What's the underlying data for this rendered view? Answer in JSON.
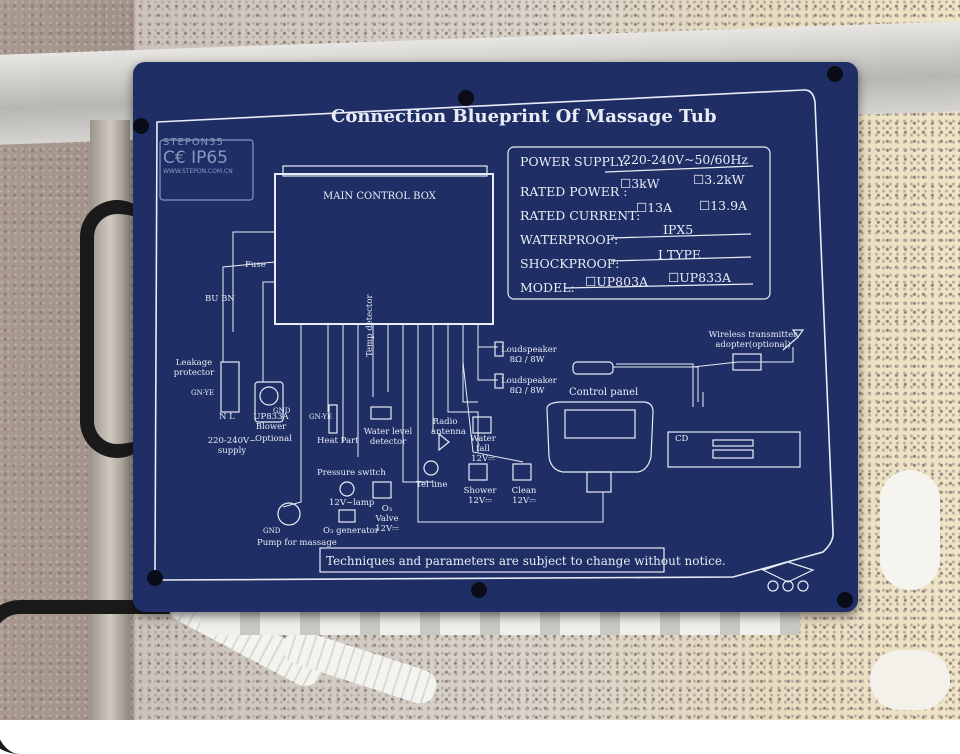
{
  "panel": {
    "title": "Connection Blueprint Of Massage Tub",
    "logo": {
      "brand": "STEPON35",
      "mark": "C€ IP65",
      "url": "WWW.STEPON.COM.CN"
    },
    "specs": [
      {
        "label": "POWER SUPPLY:",
        "value": "220-240V~50/60Hz"
      },
      {
        "label": "RATED POWER :",
        "option1": "3kW",
        "option2": "3.2kW"
      },
      {
        "label": "RATED CURRENT:",
        "option1": "13A",
        "option2": "13.9A"
      },
      {
        "label": "WATERPROOF:",
        "value": "IPX5"
      },
      {
        "label": "SHOCKPROOF:",
        "value": "I TYPE"
      },
      {
        "label": "MODEL:",
        "option1": "UP803A",
        "option2": "UP833A"
      }
    ],
    "labels": {
      "main_box": "MAIN CONTROL BOX",
      "fuse": "Fuse",
      "bu_bn": "BU BN",
      "leakage": "Leakage protector",
      "gn_ye": "GN-YE",
      "n_l": "N L",
      "supply": "220-240V~ supply",
      "gnd": "GND",
      "blower": "UP833A Blower",
      "optional": "Optional",
      "heat_part": "Heat Part",
      "gn_ye2": "GN-YE",
      "temp": "Temp detector",
      "water_level": "Water level detector",
      "pressure": "Pressure switch",
      "lamp": "12V~lamp",
      "o3gen": "O₃ generator",
      "o3valve": "O₃ Valve 12V⎓",
      "pump": "Pump for massage",
      "pump_gnd": "GND",
      "tel": "Tel line",
      "radio": "Radio antenna",
      "waterfall": "Water fall 12V⎓",
      "shower": "Shower 12V⎓",
      "clean": "Clean 12V⎓",
      "speaker": "Loudspeaker 8Ω / 8W",
      "control_panel": "Control panel",
      "wireless": "Wireless transmitter adopter(optional)",
      "cd": "CD"
    },
    "notice": "Techniques and parameters are subject to change without notice."
  }
}
